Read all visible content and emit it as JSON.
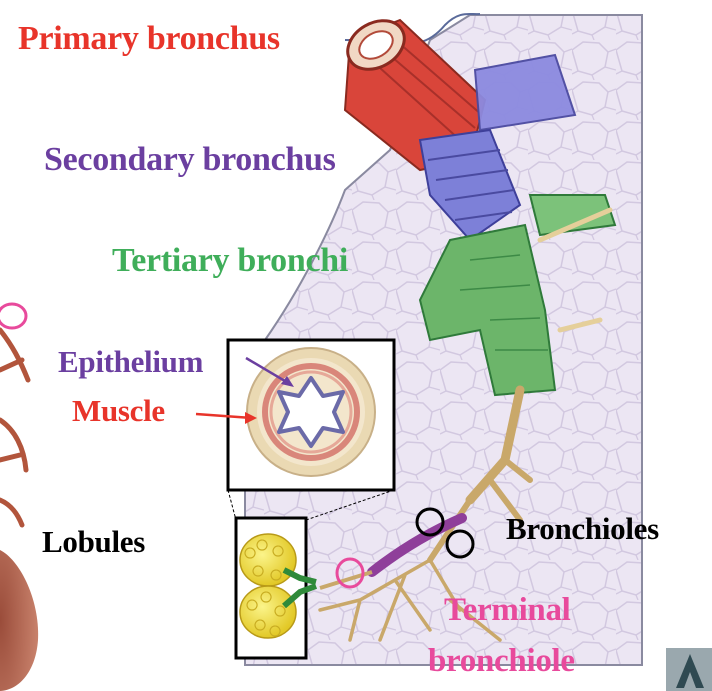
{
  "colors": {
    "primary": "#e8342a",
    "secondary": "#6b3fa0",
    "tertiary": "#3fae5a",
    "epithelium": "#6b3fa0",
    "muscle": "#e8342a",
    "lobules": "#000000",
    "bronchioles": "#000000",
    "terminal": "#e84a9c",
    "lung_bg": "#ece6f3"
  },
  "labels": {
    "primary_bronchus": "Primary bronchus",
    "secondary_bronchus": "Secondary bronchus",
    "tertiary_bronchi": "Tertiary bronchi",
    "epithelium": "Epithelium",
    "muscle": "Muscle",
    "lobules": "Lobules",
    "bronchioles": "Bronchioles",
    "terminal_line1": "Terminal",
    "terminal_line2": "bronchiole"
  },
  "logo": {
    "glyph": "A",
    "name": "publisher-logo-icon"
  }
}
